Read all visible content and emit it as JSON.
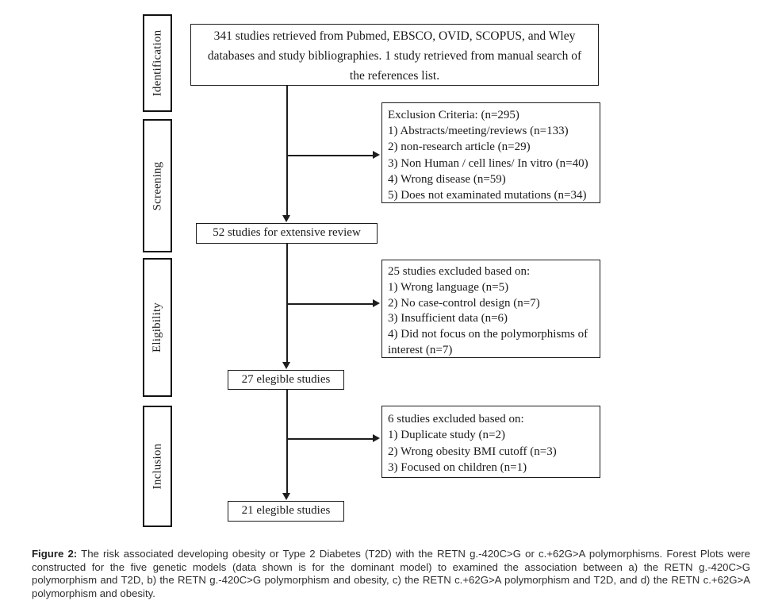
{
  "figure": {
    "stages": [
      {
        "label": "Identification"
      },
      {
        "label": "Screening"
      },
      {
        "label": "Eligibility"
      },
      {
        "label": "Inclusion"
      }
    ],
    "boxes": {
      "retrieved": "341 studies retrieved from Pubmed, EBSCO, OVID, SCOPUS, and Wley databases and study bibliographies. 1 study retrieved from manual search of the references list.",
      "exclusion": {
        "title": "Exclusion Criteria: (n=295)",
        "items": [
          "1) Abstracts/meeting/reviews (n=133)",
          "2) non-research article (n=29)",
          "3) Non Human / cell lines/ In vitro (n=40)",
          "4) Wrong disease (n=59)",
          "5) Does not examinated mutations (n=34)"
        ]
      },
      "review": "52 studies for extensive review",
      "excluded25": {
        "title": "25 studies excluded based on:",
        "items": [
          "1) Wrong language (n=5)",
          "2) No case-control design (n=7)",
          "3) Insufficient data (n=6)",
          "4) Did not focus on the polymorphisms of interest (n=7)"
        ]
      },
      "eligible27": "27 elegible studies",
      "excluded6": {
        "title": "6 studies excluded based on:",
        "items": [
          "1) Duplicate study (n=2)",
          "2) Wrong obesity BMI cutoff (n=3)",
          "3) Focused on children (n=1)"
        ]
      },
      "eligible21": "21 elegible studies"
    }
  },
  "caption": {
    "label": "Figure 2:",
    "text": " The risk associated developing obesity or Type 2 Diabetes (T2D) with the RETN g.-420C>G or c.+62G>A polymorphisms. Forest Plots were constructed for the five genetic models (data shown is for the dominant model) to examined the association between a) the RETN g.-420C>G polymorphism and T2D, b) the RETN g.-420C>G polymorphism and obesity, c) the RETN c.+62G>A polymorphism and T2D, and d) the RETN c.+62G>A polymorphism and obesity."
  },
  "colors": {
    "background": "#ffffff",
    "border": "#1c1c1c",
    "text": "#1b1b1b",
    "caption_text": "#2e2e2e"
  }
}
